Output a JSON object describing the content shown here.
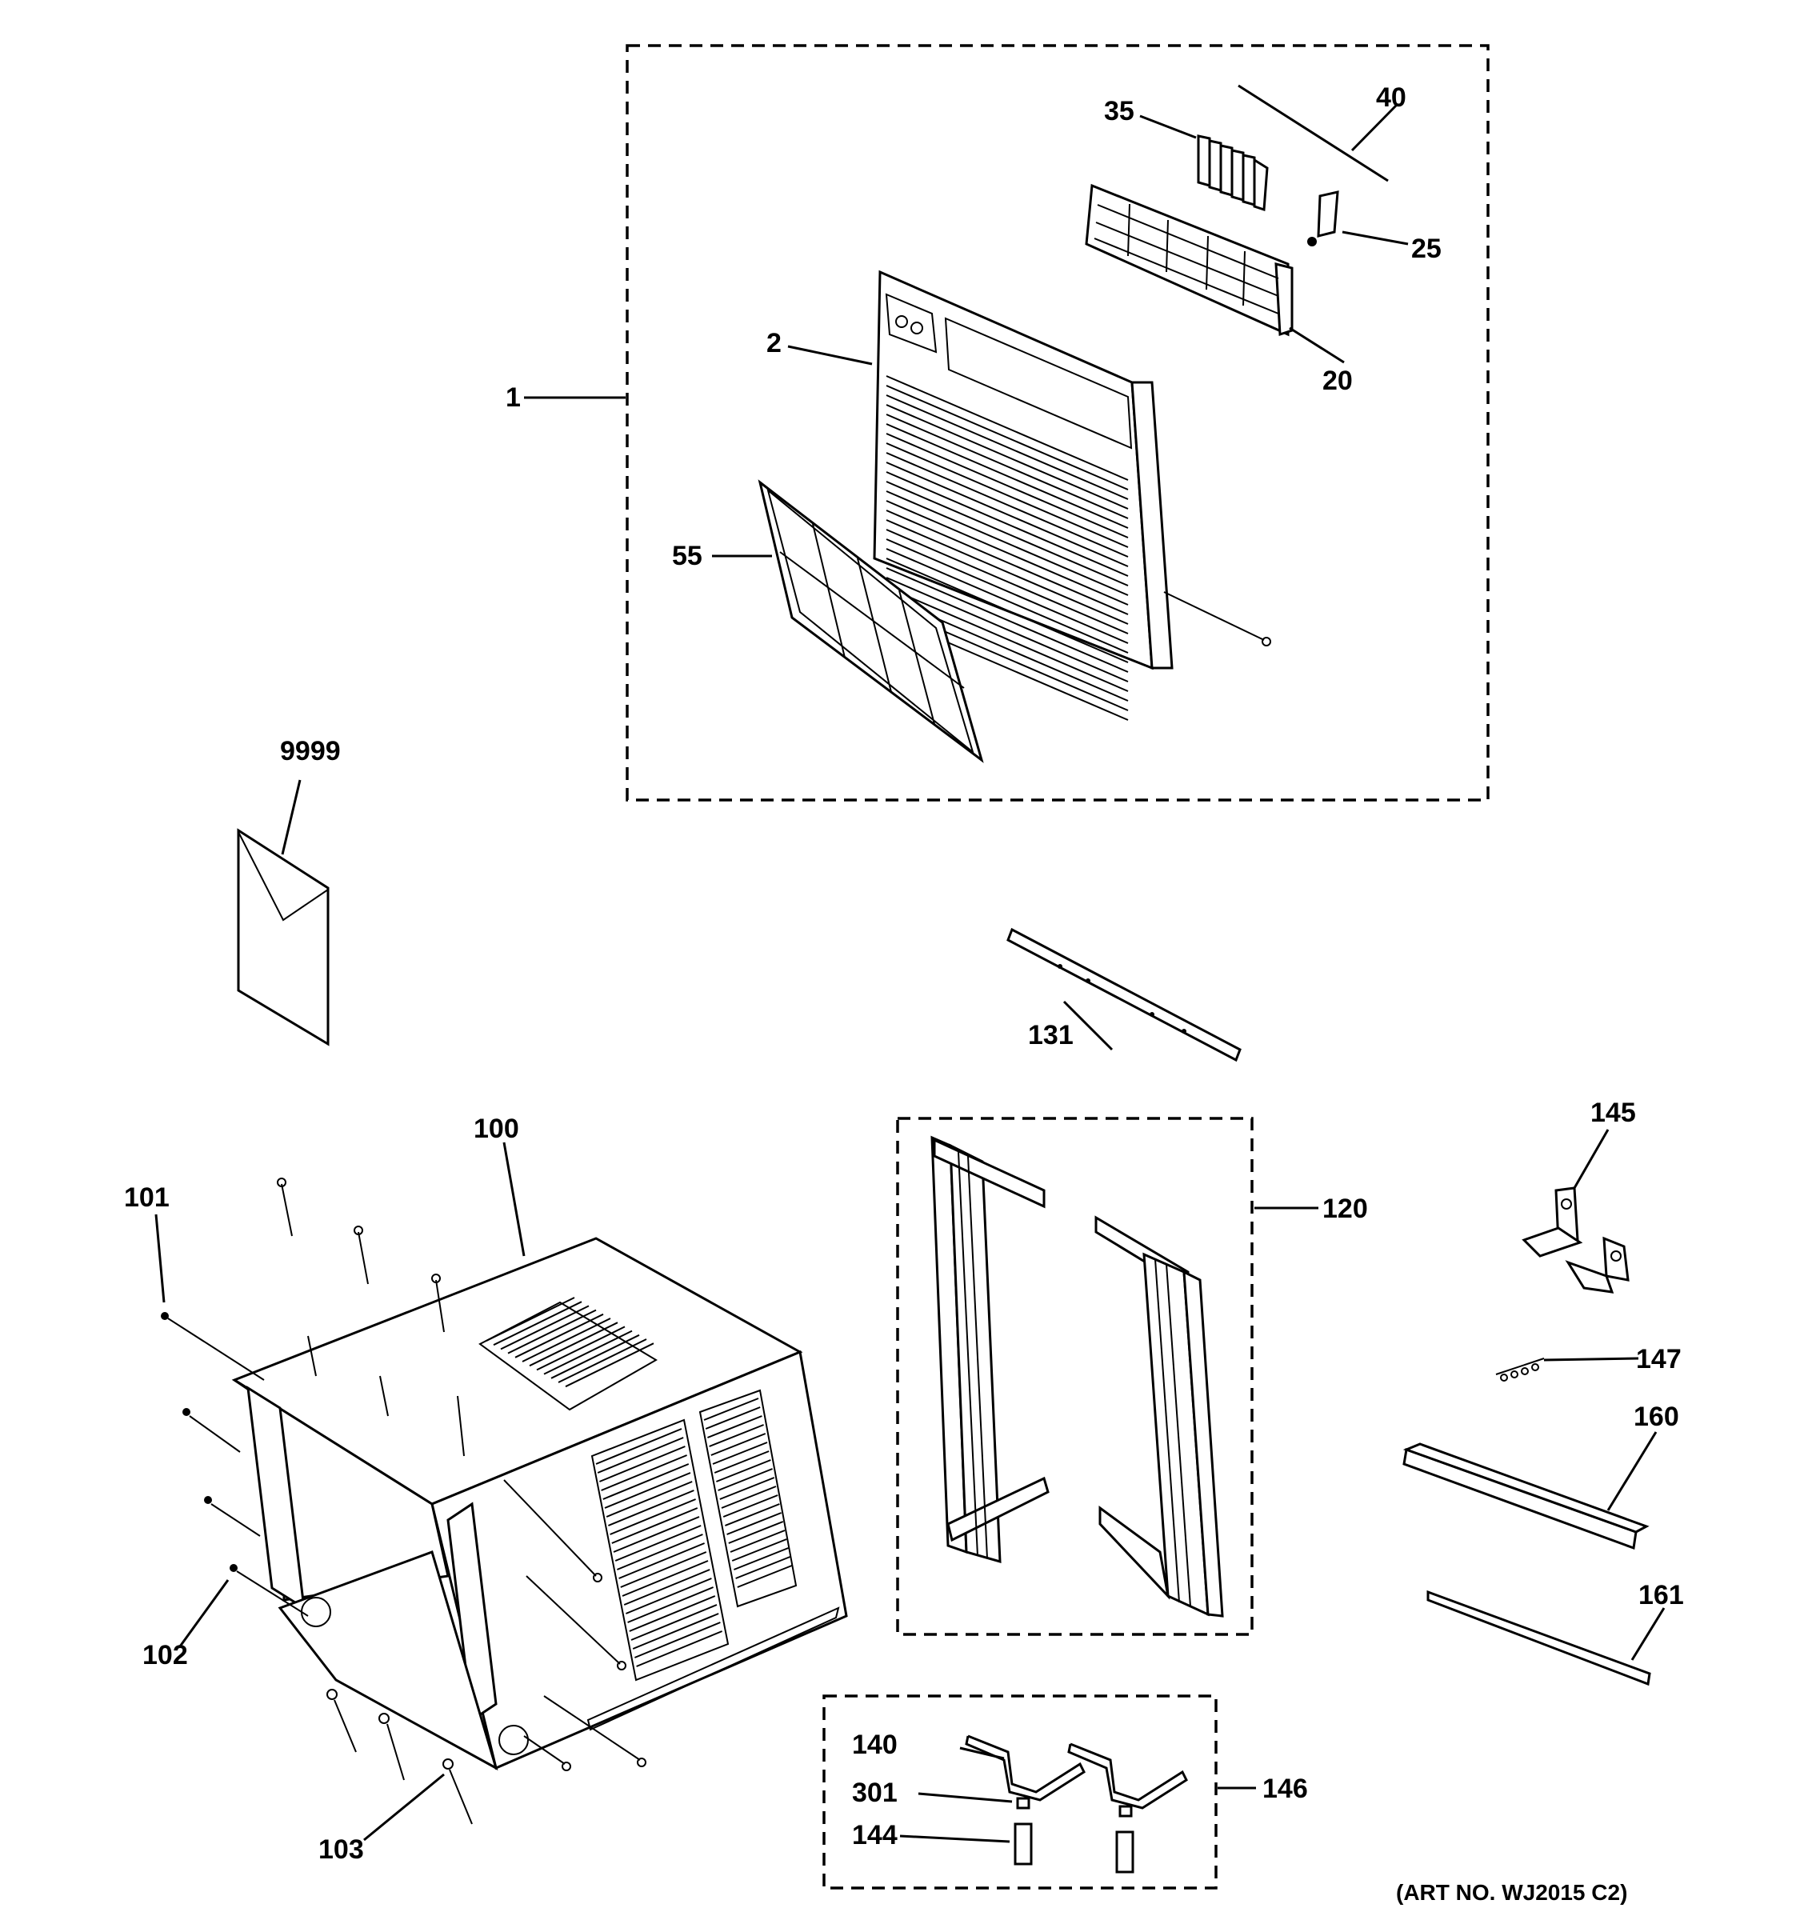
{
  "art_number": "(ART NO. WJ2015 C2)",
  "callouts": {
    "c1": "1",
    "c2": "2",
    "c20": "20",
    "c25": "25",
    "c35": "35",
    "c40": "40",
    "c55": "55",
    "c9999": "9999",
    "c100": "100",
    "c101": "101",
    "c102": "102",
    "c103": "103",
    "c120": "120",
    "c131": "131",
    "c140": "140",
    "c144": "144",
    "c145": "145",
    "c146": "146",
    "c147": "147",
    "c160": "160",
    "c161": "161",
    "c301": "301"
  }
}
